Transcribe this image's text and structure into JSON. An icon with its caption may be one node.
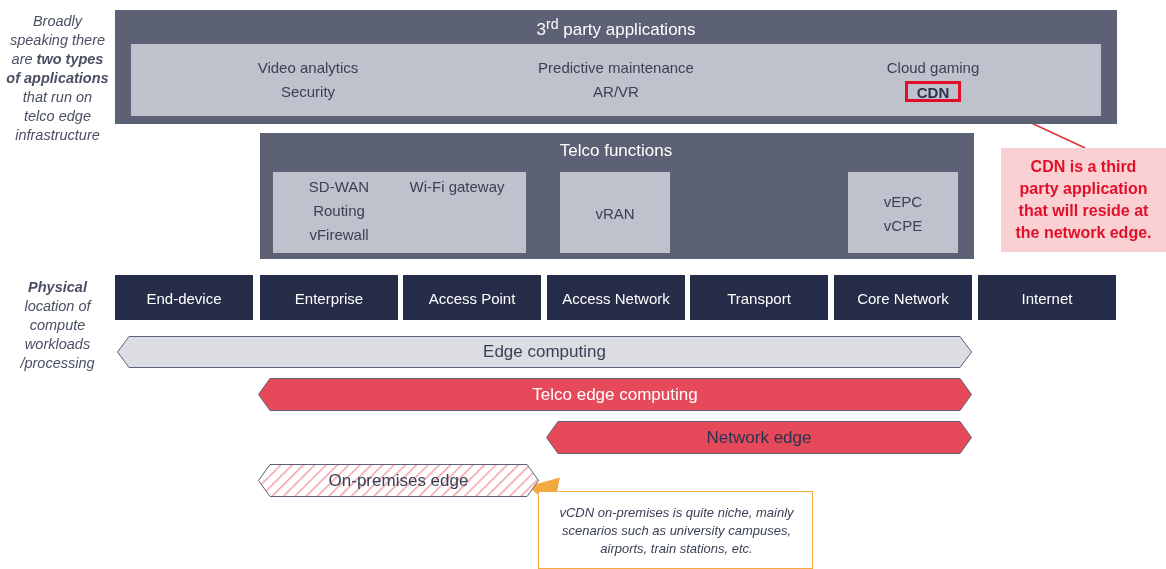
{
  "diagram": {
    "nodes": [
      {
        "text": [
          "3$^{rd}$ party applications"
        ]
      },
      {
        "text": [
          "Video analytics",
          "Security",
          "Predictive maintenance",
          "AR/VR",
          "Cloud gaming"
        ],
        "in": 0
      },
      {
        "text": [
          "CDN"
        ],
        "in": 1
      },
      {
        "text": [
          "Telco functions"
        ]
      },
      {
        "text": [
          "SD-WAN",
          "Routing",
          "vFirewall",
          "Wi-Fi gateway"
        ],
        "in": 3
      },
      {
        "text": [
          "vRAN"
        ],
        "in": 3
      },
      {
        "text": [
          "vEPC",
          "vCPE"
        ],
        "in": 3
      },
      {
        "text": [
          "End-device"
        ]
      },
      {
        "text": [
          "Enterprise"
        ]
      },
      {
        "text": [
          "Access Point"
        ]
      },
      {
        "text": [
          "Access Network"
        ]
      },
      {
        "text": [
          "Transport"
        ]
      },
      {
        "text": [
          "Core Network"
        ]
      },
      {
        "text": [
          "Internet"
        ]
      },
      {
        "text": [
          "Edge computing"
        ]
      },
      {
        "text": [
          "Telco edge computing"
        ]
      },
      {
        "text": [
          "Network edge"
        ]
      },
      {
        "text": [
          "On-premises edge"
        ]
      },
      {
        "text": [
          "CDN is a third party application that will reside at the network edge."
        ]
      },
      {
        "text": [
          "vCDN on-premises is quite niche, mainly scenarios such as university campuses, airports, train stations, etc."
        ]
      }
    ],
    "edges": [
      {
        "from": 18,
        "to": 2,
        "arrow": "to",
        "color": "#e0303f"
      },
      {
        "from": 19,
        "to": 17,
        "arrow": "to",
        "style": "thick",
        "color": "#f4a940"
      }
    ],
    "labels": [
      "Broadly speaking there are **two types of applications** that run on telco edge infrastructure",
      "**Physical** location of compute workloads /processing"
    ]
  }
}
